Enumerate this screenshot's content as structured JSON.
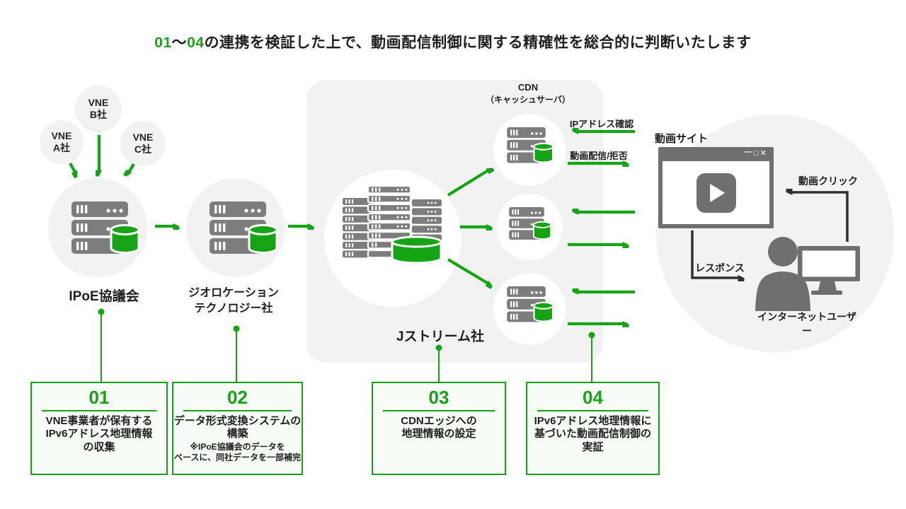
{
  "colors": {
    "green": "#16a316",
    "server_gray": "#7d7d7d",
    "dark_gray": "#6f6f6f",
    "arrow_black": "#2f2f2f",
    "panel_bg": "#f2f2f2",
    "node_circle_bg": "#f2f2f2",
    "step_box_bg": "#f8fcf6",
    "text": "#1f1f1f"
  },
  "title": {
    "part_01": "01",
    "part_tilde": "～",
    "part_04": "04",
    "part_rest": "の連携を検証した上で、動画配信制御に関する精確性を総合的に判断いたします"
  },
  "vne_nodes": [
    {
      "label": "VNE\nA社"
    },
    {
      "label": "VNE\nB社"
    },
    {
      "label": "VNE\nC社"
    }
  ],
  "nodes": {
    "ipoe_label": "IPoE協議会",
    "geo_label": "ジオロケーション\nテクノロジー社",
    "jstream_label": "Jストリーム社",
    "cdn_label_line1": "CDN",
    "cdn_label_line2": "（キャッシュサーバ）"
  },
  "cdn_flow": {
    "in_label": "IPアドレス確認",
    "out_label": "動画配信/拒否"
  },
  "user_flow": {
    "site_label": "動画サイト",
    "click_label": "動画クリック",
    "response_label": "レスポンス",
    "user_label": "インターネットユーザー",
    "window_minimize": "—",
    "window_maximize": "□",
    "window_close": "✕"
  },
  "steps": [
    {
      "num": "01",
      "text": "VNE事業者が保有する\nIPv6アドレス地理情報\nの収集",
      "note": ""
    },
    {
      "num": "02",
      "text": "データ形式変換システムの\n構築",
      "note": "※IPoE協議会のデータを\nベースに、同社データを一部補完"
    },
    {
      "num": "03",
      "text": "CDNエッジへの\n地理情報の設定",
      "note": ""
    },
    {
      "num": "04",
      "text": "IPv6アドレス地理情報に\n基づいた動画配信制御の\n実証",
      "note": ""
    }
  ]
}
